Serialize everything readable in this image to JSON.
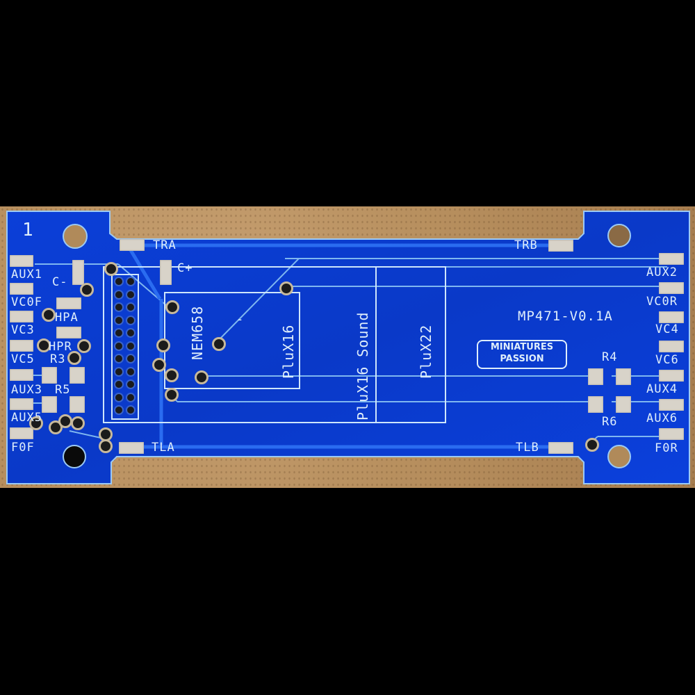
{
  "board": {
    "id": "MP471-V0.1A",
    "pin1_marker": "1",
    "logo_line1": "MINIATURES",
    "logo_line2": "PASSION",
    "colors": {
      "solder_mask": "#0a3fd6",
      "silkscreen": "#dfeefb",
      "pad": "#d8d3c9",
      "background": "#b8905f"
    }
  },
  "rails": {
    "tra": "TRA",
    "trb": "TRB",
    "tla": "TLA",
    "tlb": "TLB"
  },
  "left_pins": [
    "AUX1",
    "VC0F",
    "VC3",
    "VC5",
    "AUX3",
    "AUX5",
    "F0F"
  ],
  "right_pins": [
    "AUX2",
    "VC0R",
    "VC4",
    "VC6",
    "AUX4",
    "AUX6",
    "F0R"
  ],
  "components": {
    "c_minus": "C-",
    "c_plus": "C+",
    "hpa": "HPA",
    "hpr": "HPR",
    "r3": "R3",
    "r5": "R5",
    "r4": "R4",
    "r6": "R6",
    "minus_mark": "-"
  },
  "footprints": {
    "nem658": "NEM658",
    "plux16": "PluX16",
    "plux16_sound": "PluX16 Sound",
    "plux22": "PluX22"
  },
  "connector": {
    "columns": 2,
    "rows": 11
  }
}
